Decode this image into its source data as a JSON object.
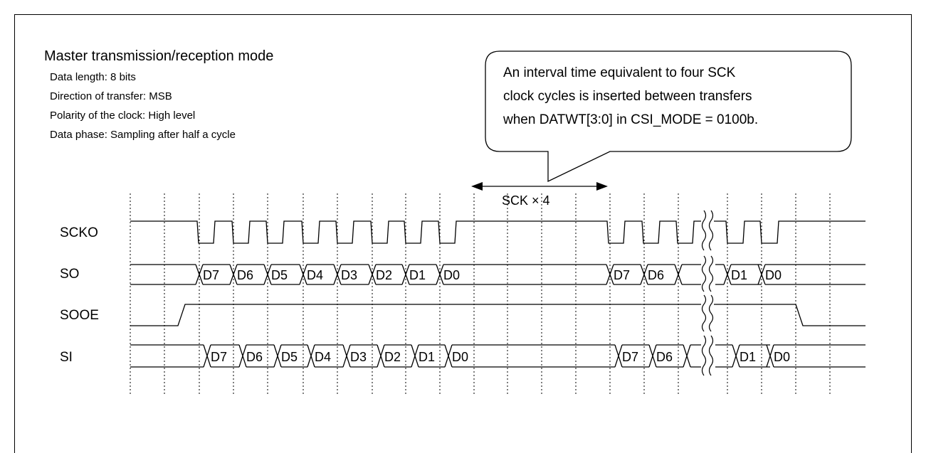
{
  "header": {
    "title": "Master transmission/reception mode",
    "params": [
      "Data length: 8 bits",
      "Direction of transfer: MSB",
      "Polarity of the clock: High level",
      "Data phase: Sampling after half a cycle"
    ]
  },
  "callout": {
    "lines": [
      "An interval time equivalent to four SCK",
      "clock cycles is inserted between transfers",
      "when DATWT[3:0] in CSI_MODE = 0100b."
    ]
  },
  "interval": {
    "label": "SCK × 4"
  },
  "signals": {
    "scko": "SCKO",
    "so": "SO",
    "sooe": "SOOE",
    "si": "SI"
  },
  "so_bits": [
    "D7",
    "D6",
    "D5",
    "D4",
    "D3",
    "D2",
    "D1",
    "D0",
    "D7",
    "D6",
    "D1",
    "D0"
  ],
  "si_bits": [
    "D7",
    "D6",
    "D5",
    "D4",
    "D3",
    "D2",
    "D1",
    "D0",
    "D7",
    "D6",
    "D1",
    "D0"
  ]
}
